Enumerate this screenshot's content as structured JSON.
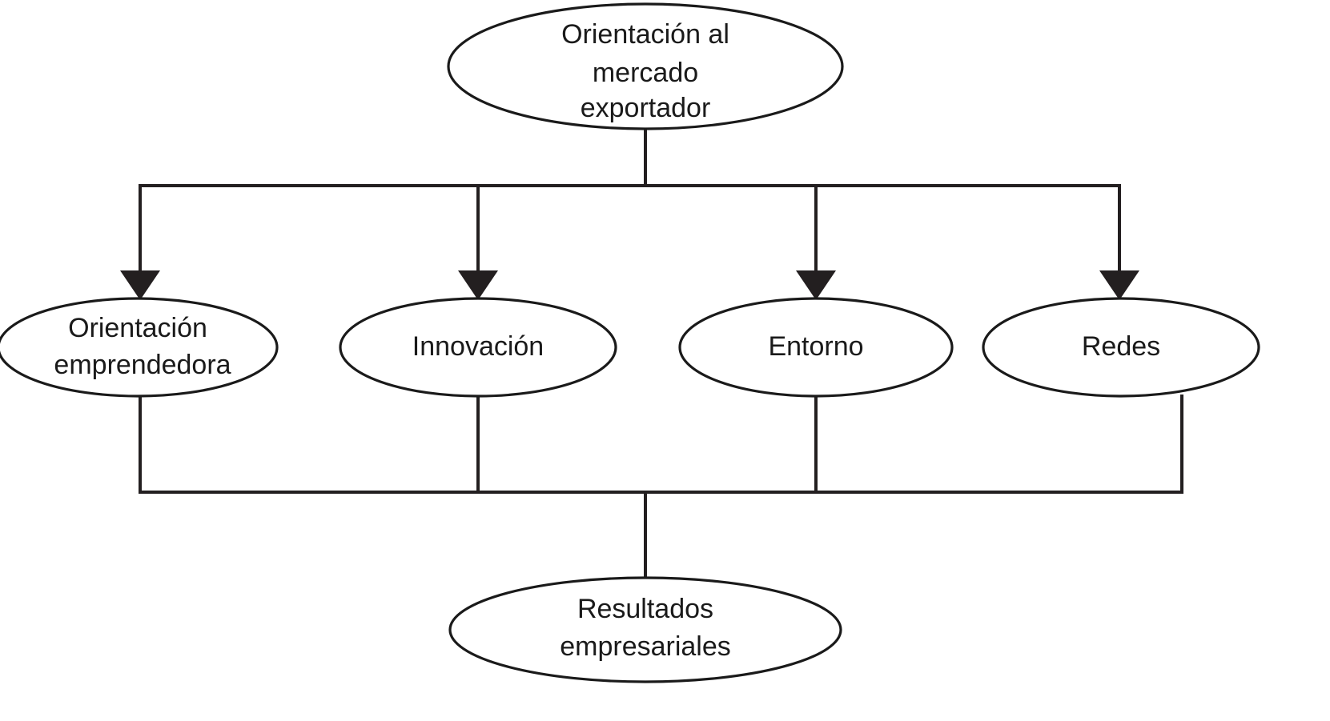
{
  "diagram": {
    "type": "flow-diagram",
    "title_node": {
      "id": "orientacion-mercado-exportador",
      "lines": [
        "Orientación al",
        "mercado",
        "exportador"
      ]
    },
    "middle_nodes": [
      {
        "id": "orientacion-emprendedora",
        "lines": [
          "Orientación",
          "emprendedora"
        ]
      },
      {
        "id": "innovacion",
        "lines": [
          "Innovación"
        ]
      },
      {
        "id": "entorno",
        "lines": [
          "Entorno"
        ]
      },
      {
        "id": "redes",
        "lines": [
          "Redes"
        ]
      }
    ],
    "result_node": {
      "id": "resultados-empresariales",
      "lines": [
        "Resultados",
        "empresariales"
      ]
    },
    "colors": {
      "stroke": "#1a1a1a",
      "connector": "#231f20",
      "fill": "#ffffff",
      "background": "#ffffff"
    }
  }
}
